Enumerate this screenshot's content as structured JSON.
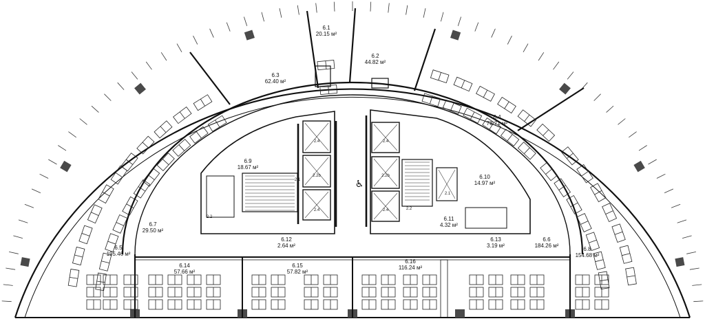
{
  "rooms": [
    {
      "id": "6.1",
      "area": "20.15 м²"
    },
    {
      "id": "6.2",
      "area": "44.82 м²"
    },
    {
      "id": "6.3",
      "area": "62.40 м²"
    },
    {
      "id": "6.4",
      "area": "78.71 м²"
    },
    {
      "id": "6.5",
      "area": "195.46 м²"
    },
    {
      "id": "6.6",
      "area": "184.26 м²"
    },
    {
      "id": "6.7",
      "area": "29.50 м²"
    },
    {
      "id": "6.8",
      "area": "154.68 м²"
    },
    {
      "id": "6.9",
      "area": "18.67 м²"
    },
    {
      "id": "6.10",
      "area": "14.97 м²"
    },
    {
      "id": "6.11",
      "area": "4.32 м²"
    },
    {
      "id": "6.12",
      "area": "2.64 м²"
    },
    {
      "id": "6.13",
      "area": "3.19 м²"
    },
    {
      "id": "6.14",
      "area": "57.66 м²"
    },
    {
      "id": "6.15",
      "area": "57.82 м²"
    },
    {
      "id": "6.16",
      "area": "116.24 м²"
    }
  ],
  "core_labels": [
    "2.4",
    "2.2b",
    "2.4",
    "2.4",
    "2.2b",
    "2.4",
    "2.1",
    "2.1",
    "2.2",
    "2.2"
  ],
  "icons": {
    "accessibility": "wheelchair-icon"
  }
}
